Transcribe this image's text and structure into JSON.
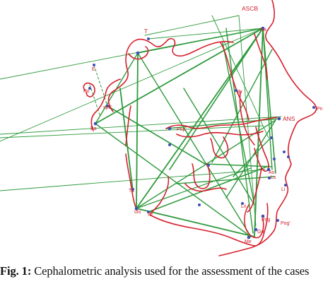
{
  "colors": {
    "soft_tissue": "#d6202e",
    "analysis_lines": "#2e9a3c",
    "points": "#3d4fb5",
    "labels": "#cc1f2b"
  },
  "landmarks": {
    "ascb": "ASCB",
    "t": "T",
    "na": "Na",
    "e": "E",
    "po": "Po",
    "br": "Br",
    "spc": "spC",
    "ba": "Ba",
    "pn": "Pn",
    "ans": "ANS",
    "pnp": "Pnp",
    "ao": "Ao",
    "ls": "Ls",
    "li": "Li",
    "t1": "T1",
    "t2": "T2",
    "go": "Go",
    "lii": "Lii",
    "pog": "Pog",
    "pog_soft": "Pog'",
    "gn": "Gn",
    "me": "Me"
  },
  "caption": {
    "label": "Fig. 1:",
    "text": " Cephalometric analysis used for the assessment of the cases"
  }
}
